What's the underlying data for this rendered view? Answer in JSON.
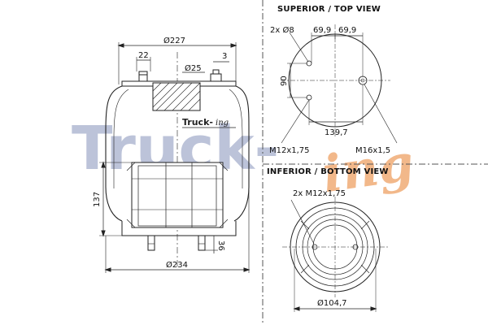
{
  "top_view": {
    "heading": "SUPERIOR / TOP VIEW",
    "hole_label": "2x Ø8",
    "spacing_left": "69,9",
    "spacing_right": "69,9",
    "vertical_offset": "90",
    "bolt_spacing": "139,7",
    "thread_left": "M12x1,75",
    "thread_right": "M16x1,5"
  },
  "bottom_view": {
    "heading": "INFERIOR / BOTTOM VIEW",
    "thread_label": "2x M12x1,75",
    "diameter": "Ø104,7"
  },
  "side_view": {
    "top_diameter": "Ø227",
    "inset": "22",
    "center_diameter": "Ø25",
    "offset": "3",
    "height": "137",
    "stud_length": "36",
    "bottom_diameter": "Ø234"
  },
  "logo": {
    "main": "Truck-",
    "suffix": "ing"
  },
  "watermark": {
    "main": "Truck-",
    "suffix": "ing"
  }
}
